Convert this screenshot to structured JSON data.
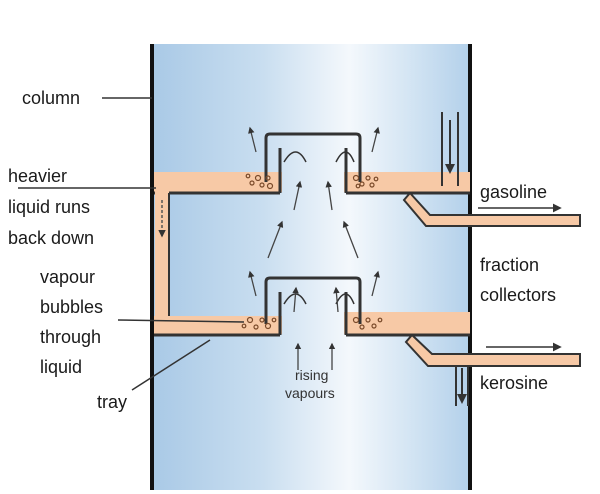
{
  "labels": {
    "column": "column",
    "heavier": [
      "heavier",
      "liquid runs",
      "back down"
    ],
    "vapour": [
      "vapour",
      "bubbles",
      "through",
      "liquid"
    ],
    "tray": "tray",
    "gasoline": "gasoline",
    "fraction": [
      "fraction",
      "collectors"
    ],
    "kerosine": "kerosine",
    "rising": [
      "rising",
      "vapours"
    ]
  },
  "colors": {
    "liquid": "#f7c9a6",
    "column_fill": "#c4dcef",
    "column_wall": "#111111",
    "metal": "#333333"
  }
}
